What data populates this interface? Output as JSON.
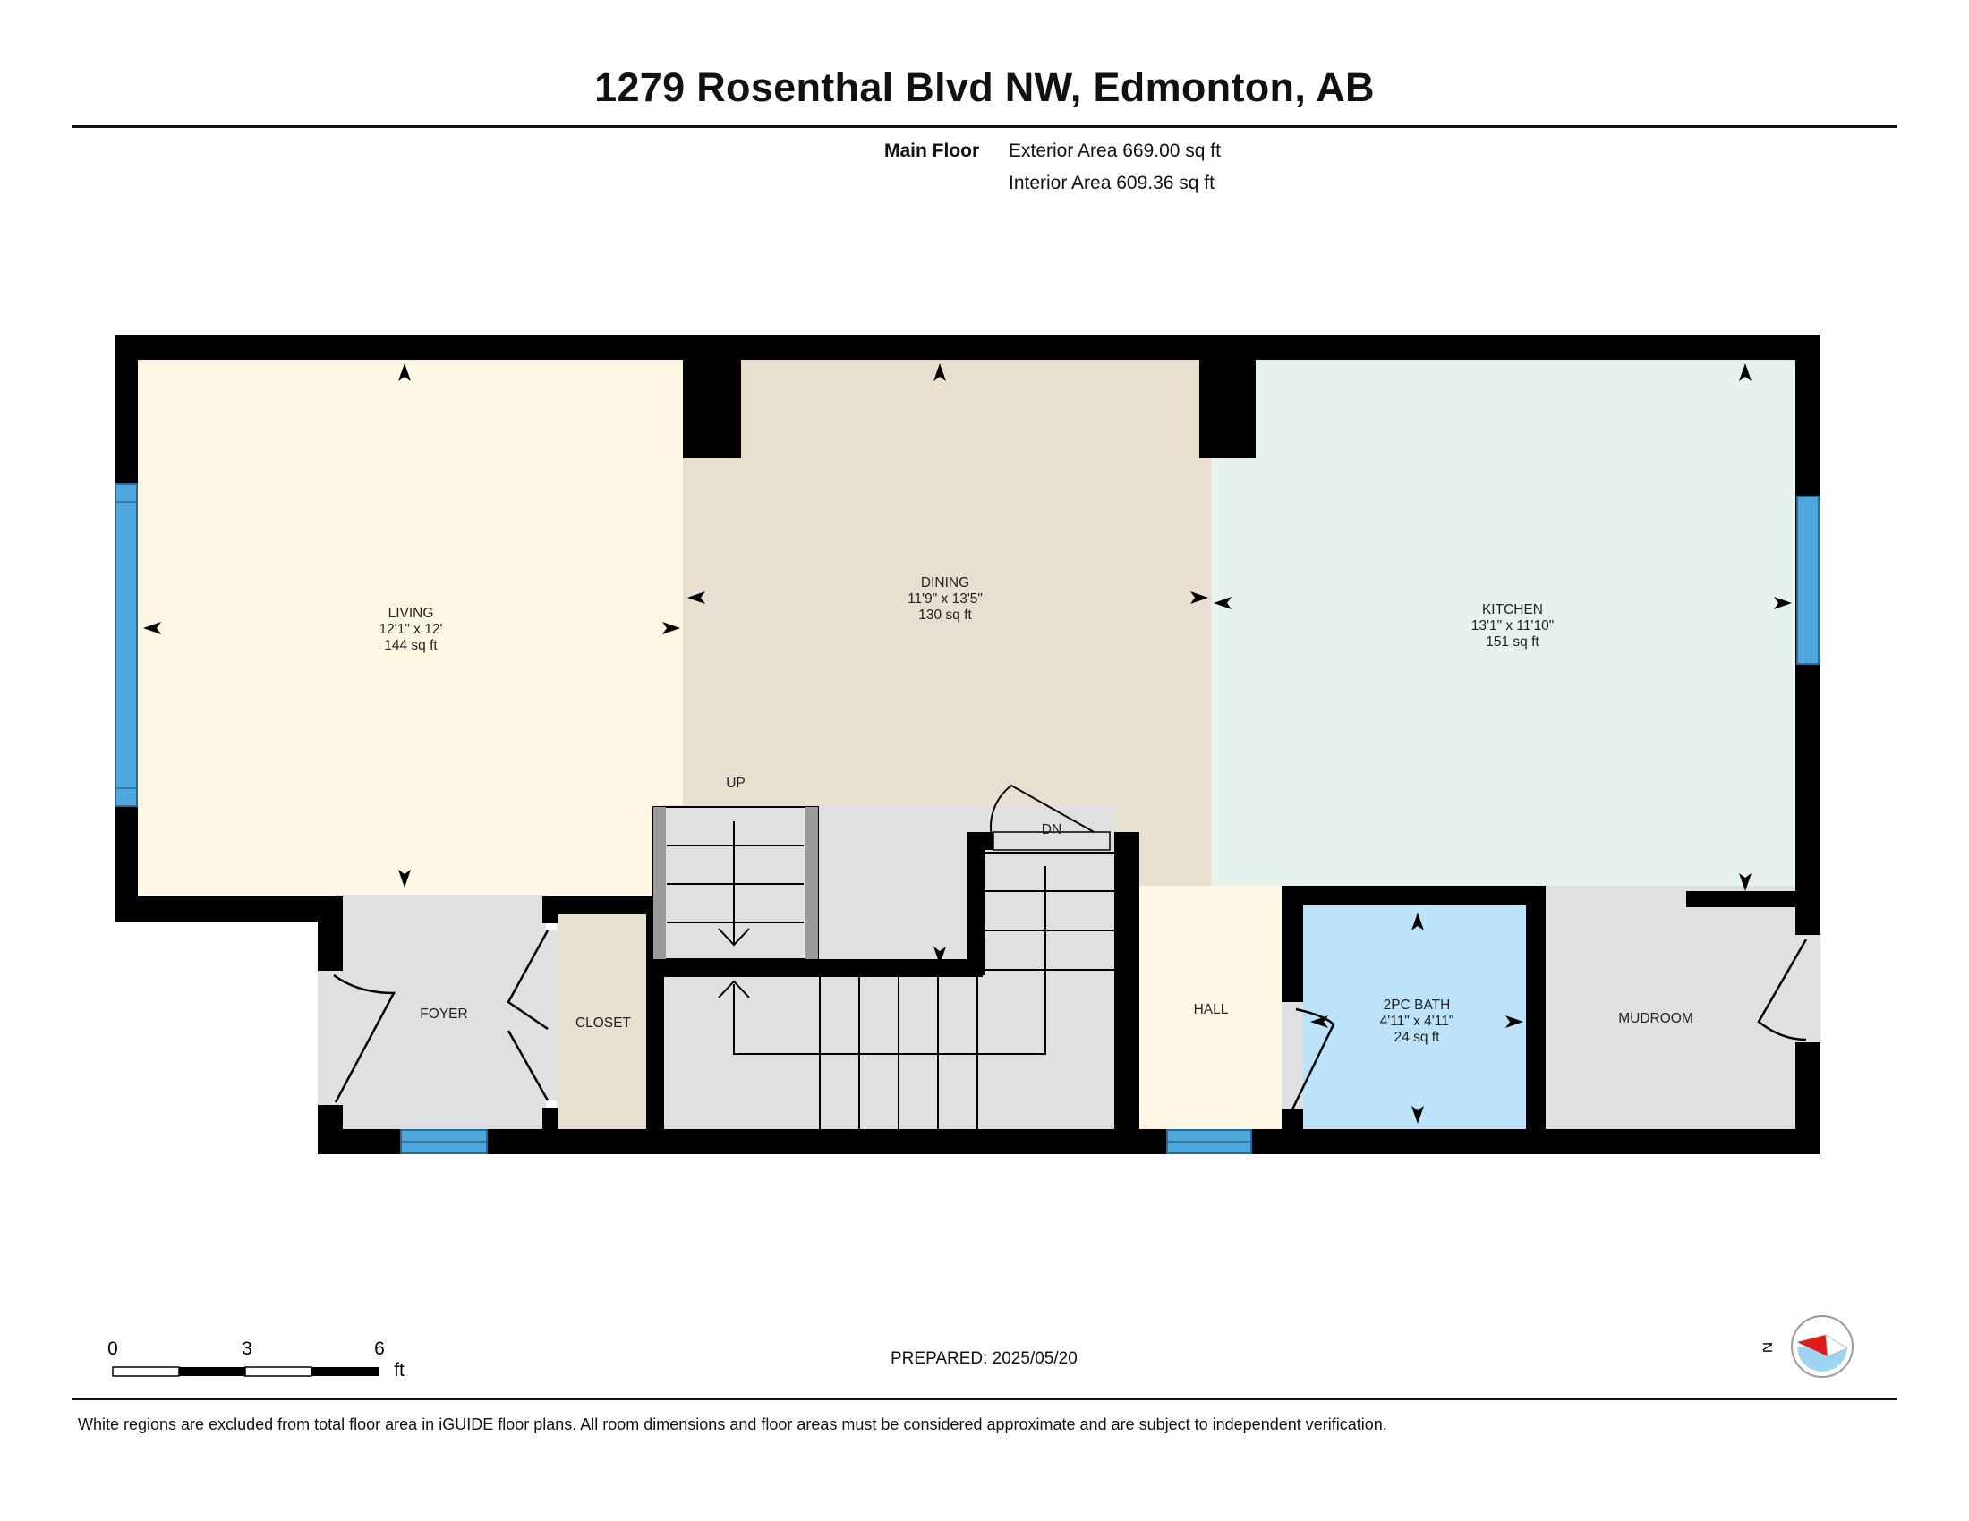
{
  "title": "1279 Rosenthal Blvd NW, Edmonton, AB",
  "floor": {
    "name": "Main Floor",
    "exterior_area": "Exterior Area 669.00 sq ft",
    "interior_area": "Interior Area 609.36 sq ft"
  },
  "rooms": {
    "living": {
      "name": "LIVING",
      "dims": "12'1\" x 12'",
      "area": "144 sq ft"
    },
    "dining": {
      "name": "DINING",
      "dims": "11'9\" x 13'5\"",
      "area": "130 sq ft"
    },
    "kitchen": {
      "name": "KITCHEN",
      "dims": "13'1\" x 11'10\"",
      "area": "151 sq ft"
    },
    "bath": {
      "name": "2PC BATH",
      "dims": "4'11\" x 4'11\"",
      "area": "24 sq ft"
    },
    "foyer": {
      "name": "FOYER"
    },
    "closet": {
      "name": "CLOSET"
    },
    "hall": {
      "name": "HALL"
    },
    "mudroom": {
      "name": "MUDROOM"
    }
  },
  "stairs": {
    "up": "UP",
    "down": "DN"
  },
  "scale": {
    "labels": [
      "0",
      "3",
      "6"
    ],
    "unit": "ft"
  },
  "compass": {
    "label": "N"
  },
  "prepared": "PREPARED: 2025/05/20",
  "footnote": "White regions are excluded from total floor area in iGUIDE floor plans. All room dimensions and floor areas must be considered approximate and are subject to independent verification.",
  "colors": {
    "living": "#fdf7e4",
    "dining": "#e8dfd1",
    "kitchen": "#e6f3ec",
    "bath": "#bde3fb",
    "hall": "#fdf7e4",
    "closet": "#e8dfd1",
    "gray_room": "#e0e0e0",
    "wall": "#000000",
    "window": "#4ea8dd"
  }
}
